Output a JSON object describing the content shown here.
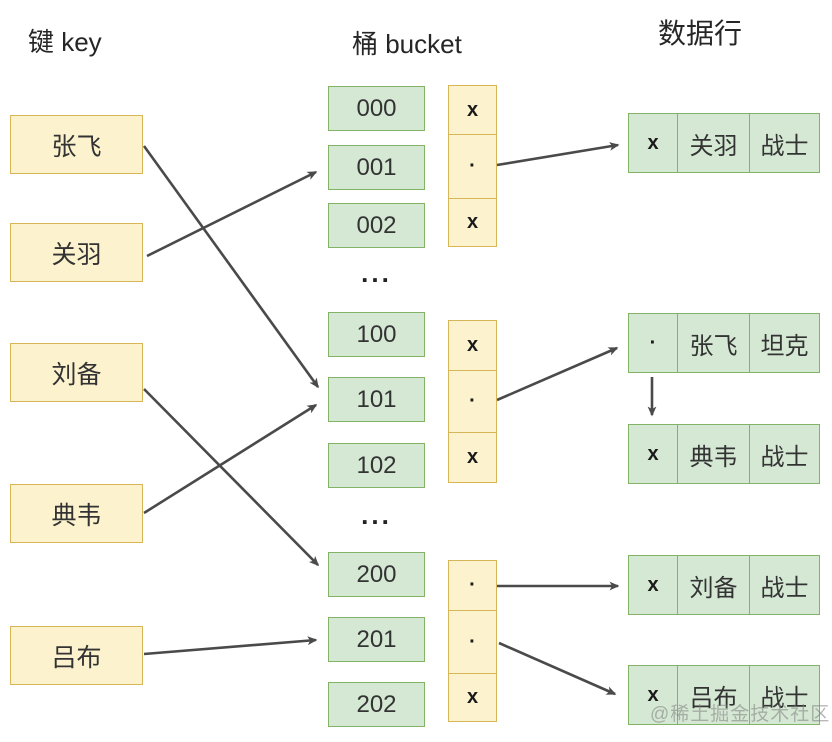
{
  "headers": {
    "keys": "键 key",
    "buckets": "桶 bucket",
    "data_rows": "数据行"
  },
  "keys": [
    {
      "label": "张飞"
    },
    {
      "label": "关羽"
    },
    {
      "label": "刘备"
    },
    {
      "label": "典韦"
    },
    {
      "label": "吕布"
    }
  ],
  "buckets": [
    {
      "id": "000"
    },
    {
      "id": "001"
    },
    {
      "id": "002"
    },
    {
      "id": "100"
    },
    {
      "id": "101"
    },
    {
      "id": "102"
    },
    {
      "id": "200"
    },
    {
      "id": "201"
    },
    {
      "id": "202"
    }
  ],
  "ellipsis": "...",
  "pointer_stacks": [
    {
      "cells": [
        "x",
        "·",
        "x"
      ]
    },
    {
      "cells": [
        "x",
        "·",
        "x"
      ]
    },
    {
      "cells": [
        "·",
        "·",
        "x"
      ]
    }
  ],
  "data_rows": [
    {
      "marker": "x",
      "name": "关羽",
      "role": "战士"
    },
    {
      "marker": "·",
      "name": "张飞",
      "role": "坦克"
    },
    {
      "marker": "x",
      "name": "典韦",
      "role": "战士"
    },
    {
      "marker": "x",
      "name": "刘备",
      "role": "战士"
    },
    {
      "marker": "x",
      "name": "吕布",
      "role": "战士"
    }
  ],
  "connections": [
    {
      "from": "张飞",
      "to": "101"
    },
    {
      "from": "关羽",
      "to": "001"
    },
    {
      "from": "刘备",
      "to": "200"
    },
    {
      "from": "典韦",
      "to": "101"
    },
    {
      "from": "吕布",
      "to": "201"
    },
    {
      "from": "bucket-001-pointer",
      "to": "row-关羽"
    },
    {
      "from": "bucket-101-pointer",
      "to": "row-张飞"
    },
    {
      "from": "row-张飞-next",
      "to": "row-典韦"
    },
    {
      "from": "bucket-200-pointer",
      "to": "row-刘备"
    },
    {
      "from": "bucket-201-pointer",
      "to": "row-吕布"
    }
  ],
  "watermark": "@稀土掘金技术社区",
  "colors": {
    "key_fill": "#FCF3CE",
    "key_border": "#D6B656",
    "bucket_fill": "#D5E8D4",
    "bucket_border": "#82B366",
    "arrow": "#4A4A4A"
  }
}
